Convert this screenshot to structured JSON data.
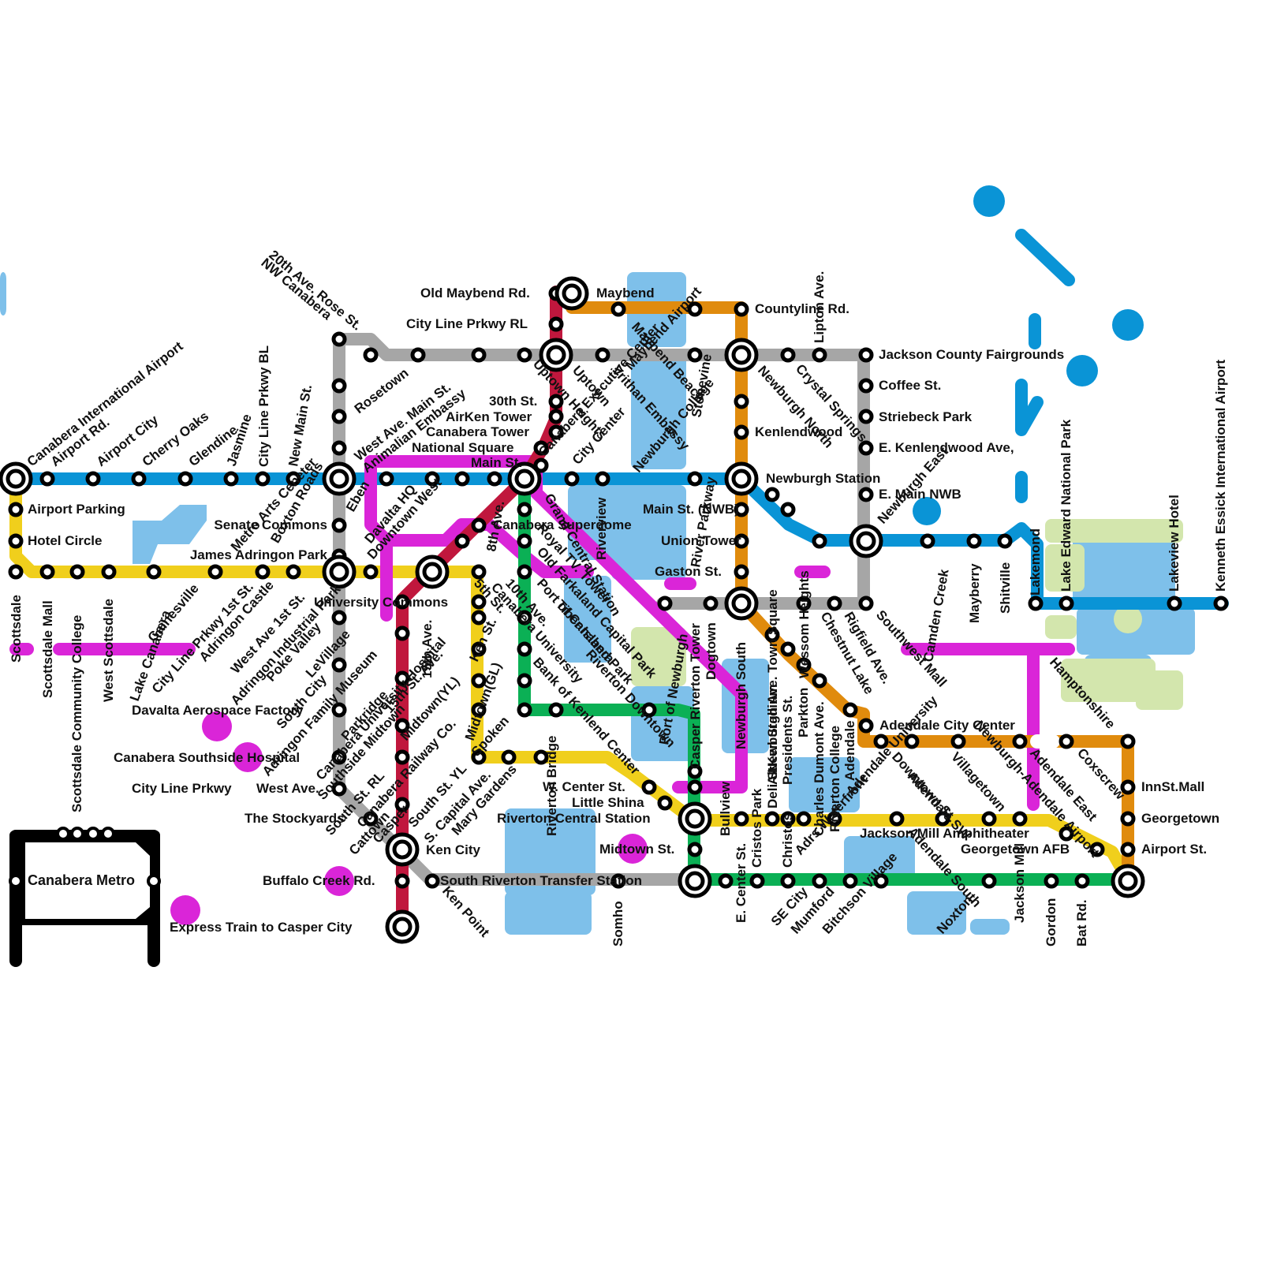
{
  "colors": {
    "blue": "#0a94d6",
    "gray": "#a6a6a6",
    "yellow": "#f0cf1c",
    "magenta": "#da25d8",
    "red": "#c0173d",
    "orange": "#e08b0d",
    "green": "#0bb055",
    "water": "#7ec0ea",
    "park": "#d3e6ad",
    "ink": "#000000"
  },
  "legend": {
    "title": "Canabera Metro"
  },
  "stations": [
    {
      "id": "canabera-international-airport",
      "label": "Canabera International Airport"
    },
    {
      "id": "airport-rd",
      "label": "Airport Rd."
    },
    {
      "id": "airport-city",
      "label": "Airport City"
    },
    {
      "id": "cherry-oaks",
      "label": "Cherry Oaks"
    },
    {
      "id": "glendine",
      "label": "Glendine"
    },
    {
      "id": "jasmine",
      "label": "Jasmine"
    },
    {
      "id": "city-line-prkwy-bl",
      "label": "City Line Prkwy BL"
    },
    {
      "id": "new-main-st",
      "label": "New Main St."
    },
    {
      "id": "boxton-roads",
      "label": "Boxton Roads"
    },
    {
      "id": "20th-ave-rose-st",
      "label": "20th Ave. Rose St."
    },
    {
      "id": "nw-canabera",
      "label": "NW Canabera"
    },
    {
      "id": "rosetown",
      "label": "Rosetown"
    },
    {
      "id": "west-ave-main-st",
      "label": "West Ave. Main St."
    },
    {
      "id": "animalian-embassy",
      "label": "Animalian Embassy"
    },
    {
      "id": "eben",
      "label": "Eben"
    },
    {
      "id": "davalta-hq",
      "label": "Davalta HQ"
    },
    {
      "id": "downtown-west",
      "label": "Downtown West"
    },
    {
      "id": "metro-arts-center",
      "label": "Metro Arts Ceneter"
    },
    {
      "id": "airport-parking",
      "label": "Airport Parking"
    },
    {
      "id": "hotel-circle",
      "label": "Hotel Circle"
    },
    {
      "id": "senate-commons",
      "label": "Senate Commons"
    },
    {
      "id": "james-adringon-park",
      "label": "James Adringon Park"
    },
    {
      "id": "scottsdale",
      "label": "Scottsdale"
    },
    {
      "id": "scottsdale-mall",
      "label": "Scottsdale Mall"
    },
    {
      "id": "scottsdale-community-college",
      "label": "Scottsdale Community College"
    },
    {
      "id": "west-scottsdale",
      "label": "West Scottsdale"
    },
    {
      "id": "lake-canabera",
      "label": "Lake Canabera"
    },
    {
      "id": "gainesville",
      "label": "Gainesville"
    },
    {
      "id": "city-line-prkwy-1st-st",
      "label": "City Line Prkwy 1st St."
    },
    {
      "id": "adringon-castle",
      "label": "Adringon Castle"
    },
    {
      "id": "west-ave-1st-st",
      "label": "West Ave 1st St."
    },
    {
      "id": "adringon-industrial-park",
      "label": "Adringon Industrial Park"
    },
    {
      "id": "poke-valley",
      "label": "Poke Valley"
    },
    {
      "id": "levillage",
      "label": "LeVillage"
    },
    {
      "id": "university-commons",
      "label": "University Commons"
    },
    {
      "id": "south-city",
      "label": "South City"
    },
    {
      "id": "adringon-family-museum",
      "label": "Adringon Family Museum"
    },
    {
      "id": "davalta-aerospace-factory",
      "label": "Davalta Aerospace Factory"
    },
    {
      "id": "canabera-southside-hospital",
      "label": "Canabera Southside Hospital"
    },
    {
      "id": "city-line-prkwy",
      "label": "City Line Prkwy"
    },
    {
      "id": "west-ave",
      "label": "West Ave."
    },
    {
      "id": "the-stockyards",
      "label": "The Stockyards"
    },
    {
      "id": "parkridge",
      "label": "Parkridge"
    },
    {
      "id": "canabera-university-hospital",
      "label": "Canabera University Hospital"
    },
    {
      "id": "15th-ave",
      "label": "15th Ave."
    },
    {
      "id": "southside-midtown",
      "label": "Southside Midtown"
    },
    {
      "id": "15th-st-ave",
      "label": "15th St. Ave."
    },
    {
      "id": "south-st-rl",
      "label": "South St. RL"
    },
    {
      "id": "midtown-yl",
      "label": "Midtown(YL)"
    },
    {
      "id": "canabera-railway-co",
      "label": "Canabera Railway Co."
    },
    {
      "id": "cattown",
      "label": "Cattown"
    },
    {
      "id": "casper",
      "label": "Casper"
    },
    {
      "id": "south-st-yl",
      "label": "South St. YL"
    },
    {
      "id": "s-capital-ave",
      "label": "S. Capital Ave."
    },
    {
      "id": "ken-city",
      "label": "Ken City"
    },
    {
      "id": "buffalo-creek-rd",
      "label": "Buffalo Creek Rd."
    },
    {
      "id": "express-train-to-casper-city",
      "label": "Express Train to Casper City"
    },
    {
      "id": "ken-point",
      "label": "Ken Point"
    },
    {
      "id": "old-maybend-rd",
      "label": "Old Maybend Rd."
    },
    {
      "id": "maybend",
      "label": "Maybend"
    },
    {
      "id": "city-line-prkwy-rl",
      "label": "City Line Prkwy RL"
    },
    {
      "id": "30th-st",
      "label": "30th St."
    },
    {
      "id": "airken-tower",
      "label": "AirKen Tower"
    },
    {
      "id": "canabera-tower",
      "label": "Canabera Tower"
    },
    {
      "id": "national-square",
      "label": "National Square"
    },
    {
      "id": "main-st",
      "label": "Main St."
    },
    {
      "id": "uptown",
      "label": "Uptown"
    },
    {
      "id": "uptown-heights",
      "label": "Uptown Heights"
    },
    {
      "id": "canabera-executive-center",
      "label": "Canabera Executive Center"
    },
    {
      "id": "city-center",
      "label": "City Center"
    },
    {
      "id": "vrithan-embassy",
      "label": "Vrithan Embassy"
    },
    {
      "id": "maybend-airport",
      "label": "Maybend Airport"
    },
    {
      "id": "maybend-beach",
      "label": "Maybend Beach"
    },
    {
      "id": "stonevine",
      "label": "Stonevine"
    },
    {
      "id": "newburgh-college",
      "label": "Newburgh College"
    },
    {
      "id": "countyline-rd",
      "label": "Countyline Rd."
    },
    {
      "id": "lipton-ave",
      "label": "Lipton Ave."
    },
    {
      "id": "crystal-springs",
      "label": "Crystal Springs"
    },
    {
      "id": "newburgh-north",
      "label": "Newburgh North"
    },
    {
      "id": "kenlendwood",
      "label": "Kenlendwood"
    },
    {
      "id": "jackson-county-fairgrounds",
      "label": "Jackson County Fairgrounds"
    },
    {
      "id": "coffee-st",
      "label": "Coffee St."
    },
    {
      "id": "striebeck-park",
      "label": "Striebeck Park"
    },
    {
      "id": "e-kenlendwood-ave",
      "label": "E. Kenlendwood Ave,"
    },
    {
      "id": "e-main-nwb",
      "label": "E. Main NWB"
    },
    {
      "id": "newburgh-station",
      "label": "Newburgh Station"
    },
    {
      "id": "newburgh-east",
      "label": "Newburgh East"
    },
    {
      "id": "main-st-nwb",
      "label": "Main St. (NWB)"
    },
    {
      "id": "union-tower",
      "label": "Union Tower"
    },
    {
      "id": "gaston-st",
      "label": "Gaston St."
    },
    {
      "id": "canabera-superdome",
      "label": "Canabera Superdome"
    },
    {
      "id": "8th-ave",
      "label": "8th Ave."
    },
    {
      "id": "grand-central-station",
      "label": "Grand Central Station"
    },
    {
      "id": "royal-tv-tower",
      "label": "Royal TV. Tower"
    },
    {
      "id": "old-farkaland-capital-park",
      "label": "Old Farkaland Capital Park"
    },
    {
      "id": "port-of-canabera",
      "label": "Port of Canabera"
    },
    {
      "id": "riverview",
      "label": "Riverview"
    },
    {
      "id": "river-parkway",
      "label": "River Parkway"
    },
    {
      "id": "5th-st",
      "label": "5th St."
    },
    {
      "id": "10th-ave",
      "label": "10th Ave."
    },
    {
      "id": "canabera-university",
      "label": "Canabera University"
    },
    {
      "id": "tiber-island-park",
      "label": "Tiber Island Park"
    },
    {
      "id": "riverton-downtown",
      "label": "Riverton Downtown"
    },
    {
      "id": "ken-st",
      "label": "Ken St."
    },
    {
      "id": "midtown-gl",
      "label": "Midtown(GL)"
    },
    {
      "id": "bank-of-kenlend-center",
      "label": "Bank of Kenlend Center"
    },
    {
      "id": "spoken",
      "label": "Spoken"
    },
    {
      "id": "mary-gardens",
      "label": "Mary Gardens"
    },
    {
      "id": "riverton-bridge",
      "label": "Riverton Bridge"
    },
    {
      "id": "w-center-st",
      "label": "W. Center St."
    },
    {
      "id": "little-shina",
      "label": "Little Shina"
    },
    {
      "id": "riverton-central-station",
      "label": "Riverton Central Station"
    },
    {
      "id": "midtown-st",
      "label": "Midtown St."
    },
    {
      "id": "south-riverton-transfer-station",
      "label": "South Riverton Transfer Station"
    },
    {
      "id": "somho",
      "label": "Somho"
    },
    {
      "id": "port-of-newburgh",
      "label": "Port of Newburgh"
    },
    {
      "id": "casper-riverton-tower",
      "label": "Casper Riverton Tower"
    },
    {
      "id": "dogtown",
      "label": "Dogtown"
    },
    {
      "id": "newburgh-south",
      "label": "Newburgh South"
    },
    {
      "id": "newburgh-ave-town-square",
      "label": "Newburgh Ave. Town Square"
    },
    {
      "id": "wessom-heights",
      "label": "Wessom Heights"
    },
    {
      "id": "rigfield-ave",
      "label": "Rigfield Ave."
    },
    {
      "id": "chestnut-lake",
      "label": "Chestnut Lake"
    },
    {
      "id": "southwest-mall",
      "label": "Southwest Mall"
    },
    {
      "id": "camden-creek",
      "label": "Camden Creek"
    },
    {
      "id": "mayberry",
      "label": "Mayberry"
    },
    {
      "id": "shitville",
      "label": "Shitville"
    },
    {
      "id": "lakemond",
      "label": "Lakemond"
    },
    {
      "id": "lake-edward-national-park",
      "label": "Lake Edward National Park"
    },
    {
      "id": "lakeview-hotel",
      "label": "Lakeview Hotel"
    },
    {
      "id": "kenneth-essick-international-airport",
      "label": "Kenneth Essick International Airport"
    },
    {
      "id": "airken-stadium",
      "label": "AirKen Stadium"
    },
    {
      "id": "presidents-st",
      "label": "Presidents St."
    },
    {
      "id": "parkton",
      "label": "Parkton"
    },
    {
      "id": "charles-dumont-ave",
      "label": "Charles Dumont Ave."
    },
    {
      "id": "riverton-college",
      "label": "Riverton College"
    },
    {
      "id": "adendale",
      "label": "Adendale"
    },
    {
      "id": "adendale-city-center",
      "label": "Adendale City Center"
    },
    {
      "id": "hamptonshire",
      "label": "Hamptonshire"
    },
    {
      "id": "adendale-university",
      "label": "Adendale University"
    },
    {
      "id": "downtown-st",
      "label": "Downtown St."
    },
    {
      "id": "adendale-sw",
      "label": "Adendale SW"
    },
    {
      "id": "villagetown",
      "label": "Villagetown"
    },
    {
      "id": "newburgh-adendale-airport",
      "label": "Newburgh-Adendale Airport"
    },
    {
      "id": "adendale-east",
      "label": "Adendale East"
    },
    {
      "id": "coxscrew",
      "label": "Coxscrew"
    },
    {
      "id": "innst-mall",
      "label": "InnSt.Mall"
    },
    {
      "id": "georgetown",
      "label": "Georgetown"
    },
    {
      "id": "airport-st",
      "label": "Airport St."
    },
    {
      "id": "jackson-mill-amphitheater",
      "label": "Jackson Mill Amphitheater"
    },
    {
      "id": "georgetown-afb",
      "label": "Georgetown AFB"
    },
    {
      "id": "jackson-mill",
      "label": "Jackson Mill"
    },
    {
      "id": "gordon",
      "label": "Gordon"
    },
    {
      "id": "bat-rd",
      "label": "Bat Rd."
    },
    {
      "id": "noxton",
      "label": "Noxton"
    },
    {
      "id": "adendale-south",
      "label": "Adendale South"
    },
    {
      "id": "bitchson-village",
      "label": "Bitchson Village"
    },
    {
      "id": "mumford",
      "label": "Mumford"
    },
    {
      "id": "adrs-waterfront",
      "label": "Adrs Waterfront"
    },
    {
      "id": "se-city",
      "label": "SE City"
    },
    {
      "id": "christos",
      "label": "Christos"
    },
    {
      "id": "cristos-park",
      "label": "Cristos Park"
    },
    {
      "id": "deli-st",
      "label": "Deli St."
    },
    {
      "id": "e-center-st",
      "label": "E. Center St."
    },
    {
      "id": "bullview",
      "label": "Bullview"
    }
  ]
}
